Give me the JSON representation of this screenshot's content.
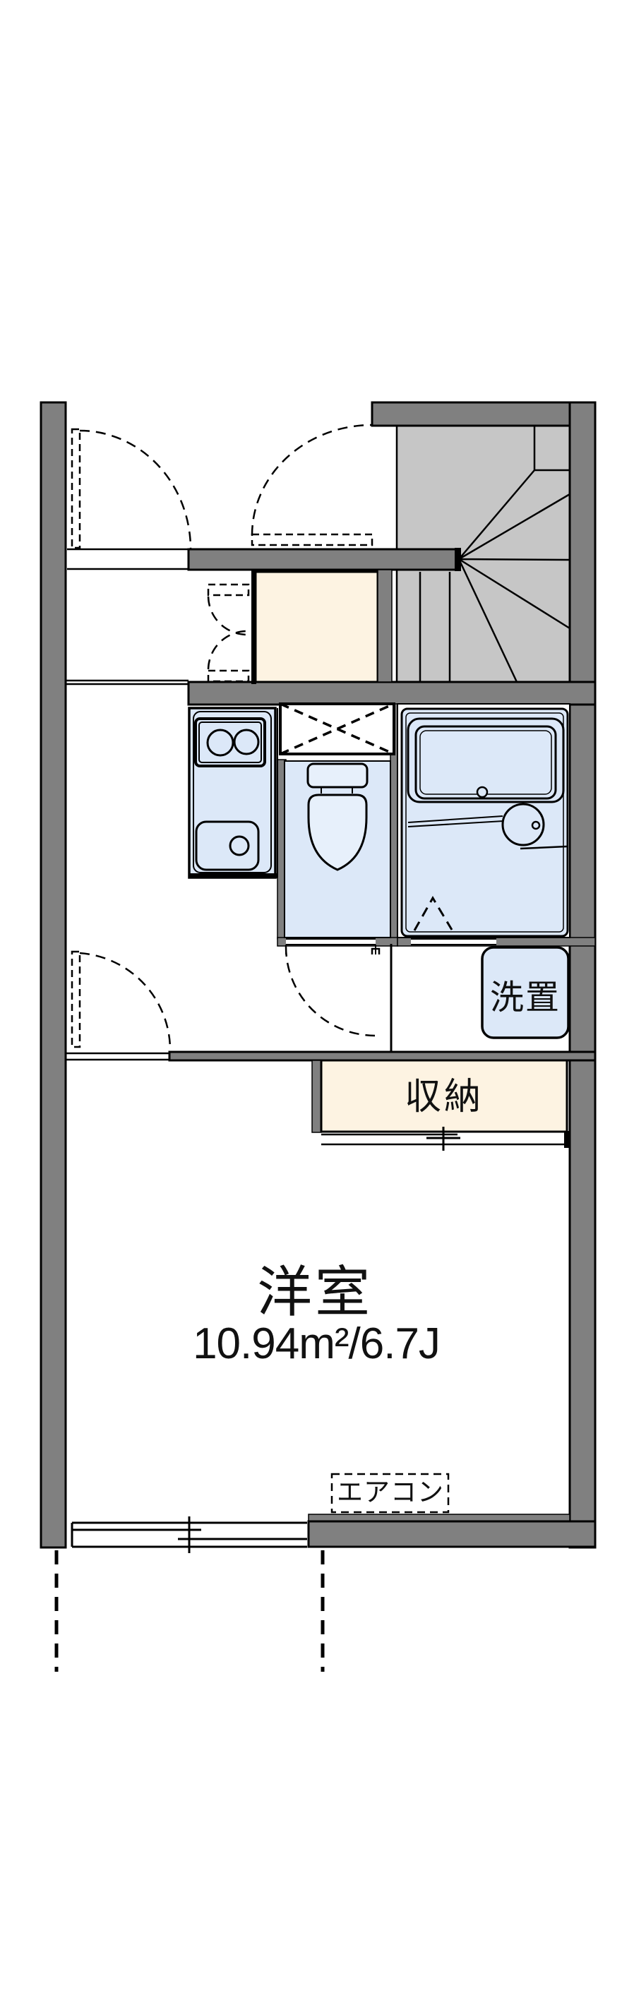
{
  "floorplan": {
    "type": "apartment-room-floor-plan",
    "labels": {
      "main_room": "洋室",
      "main_room_area": "10.94m²/6.7J",
      "closet": "収納",
      "washer_space": "洗置",
      "air_conditioner": "エアコン"
    },
    "rooms": [
      {
        "name": "洋室",
        "area_m2": "10.94",
        "area_tatami": "6.7J"
      },
      {
        "name": "収納"
      },
      {
        "name": "洗置"
      },
      {
        "name": "staircase"
      },
      {
        "name": "kitchen"
      },
      {
        "name": "toilet"
      },
      {
        "name": "bathroom"
      },
      {
        "name": "genkan-entrance"
      }
    ],
    "colors": {
      "wall": "#808080",
      "stairs": "#c6c6c6",
      "fixtures": "#dce8f8",
      "storage": "#fdf3e2",
      "lines": "#000000",
      "background": "#ffffff"
    }
  }
}
